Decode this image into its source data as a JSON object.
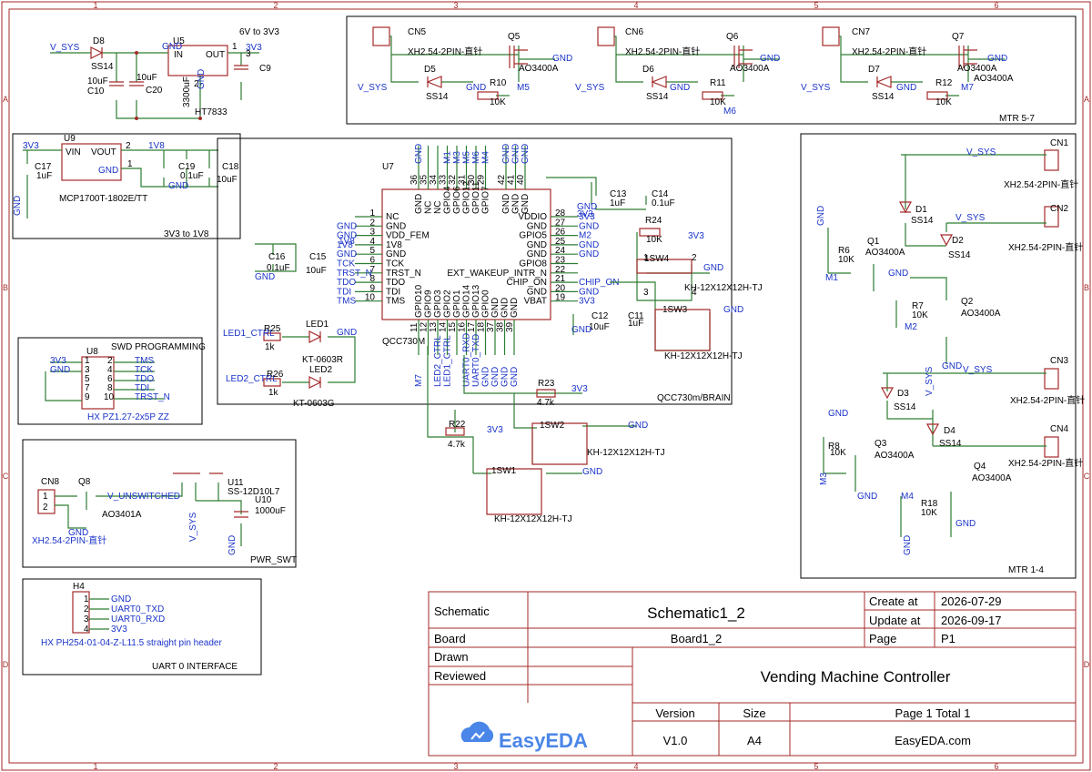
{
  "frame": {
    "col_markers": [
      "1",
      "2",
      "3",
      "4",
      "5",
      "6"
    ],
    "row_markers": [
      "A",
      "B",
      "C",
      "D"
    ]
  },
  "blocks": {
    "regulator_3v3": {
      "title": "6V to 3V3",
      "labels": [
        "V_SYS",
        "D8",
        "SS14",
        "U5",
        "IN",
        "OUT",
        "3V3",
        "C9",
        "10uF",
        "C10",
        "10uF",
        "C20",
        "3300uF",
        "GND",
        "HT7833",
        "GND",
        "1",
        "2",
        "3"
      ]
    },
    "regulator_1v8": {
      "title": "3V3 to 1V8",
      "labels": [
        "3V3",
        "U9",
        "VIN",
        "VOUT",
        "2",
        "1V8",
        "GND",
        "1",
        "C17",
        "1uF",
        "C19",
        "0.1uF",
        "C18",
        "10uF",
        "GND",
        "GND",
        "MCP1700T-1802E/TT"
      ]
    },
    "motors_5_7": {
      "title": "MTR 5-7",
      "labels": [
        "CN5",
        "XH2.54-2PIN-直针",
        "Q5",
        "AO3400A",
        "GND",
        "V_SYS",
        "D5",
        "SS14",
        "GND",
        "R10",
        "10K",
        "M5",
        "CN6",
        "XH2.54-2PIN-直针",
        "Q6",
        "AO3400A",
        "GND",
        "V_SYS",
        "D6",
        "SS14",
        "GND",
        "R11",
        "10K",
        "M6",
        "CN7",
        "XH2.54-2PIN-直针",
        "Q7",
        "AO3400A",
        "GND",
        "V_SYS",
        "D7",
        "SS14",
        "GND",
        "R12",
        "10K",
        "M7",
        "AO3400A"
      ]
    },
    "brain": {
      "title": "QCC730m/BRAIN",
      "chip_ref": "U7",
      "chip_value": "QCC730M",
      "left_pins": [
        {
          "num": "1",
          "name": "NC",
          "net": ""
        },
        {
          "num": "2",
          "name": "GND",
          "net": "GND"
        },
        {
          "num": "3",
          "name": "VDD_FEM",
          "net": "GND"
        },
        {
          "num": "4",
          "name": "1V8",
          "net": "1V8"
        },
        {
          "num": "5",
          "name": "GND",
          "net": "GND"
        },
        {
          "num": "6",
          "name": "TCK",
          "net": "TCK"
        },
        {
          "num": "7",
          "name": "TRST_N",
          "net": "TRST_N"
        },
        {
          "num": "8",
          "name": "TDO",
          "net": "TDO"
        },
        {
          "num": "9",
          "name": "TDI",
          "net": "TDI"
        },
        {
          "num": "10",
          "name": "TMS",
          "net": "TMS"
        }
      ],
      "right_pins": [
        {
          "num": "28",
          "name": "VDDIO",
          "net": "3V3"
        },
        {
          "num": "27",
          "name": "GND",
          "net": "GND"
        },
        {
          "num": "26",
          "name": "GPIO5",
          "net": "M2"
        },
        {
          "num": "25",
          "name": "GND",
          "net": "GND"
        },
        {
          "num": "24",
          "name": "GND",
          "net": "GND"
        },
        {
          "num": "23",
          "name": "GPIO8",
          "net": ""
        },
        {
          "num": "22",
          "name": "EXT_WAKEUP_INTR_N",
          "net": ""
        },
        {
          "num": "21",
          "name": "CHIP_ON",
          "net": "CHIP_ON"
        },
        {
          "num": "20",
          "name": "GND",
          "net": "GND"
        },
        {
          "num": "19",
          "name": "VBAT",
          "net": "3V3"
        }
      ],
      "top_pins": [
        {
          "num": "36",
          "name": "GND",
          "net": "GND"
        },
        {
          "num": "35",
          "name": "NC",
          "net": ""
        },
        {
          "num": "34",
          "name": "NC",
          "net": ""
        },
        {
          "num": "33",
          "name": "GPIO4",
          "net": "M1"
        },
        {
          "num": "32",
          "name": "GPIO6",
          "net": "M3"
        },
        {
          "num": "31",
          "name": "GPIO12",
          "net": "M5"
        },
        {
          "num": "30",
          "name": "GPIO11",
          "net": "M6"
        },
        {
          "num": "29",
          "name": "GPIO7",
          "net": "M4"
        },
        {
          "num": "42",
          "name": "GND",
          "net": "GND"
        },
        {
          "num": "41",
          "name": "GND",
          "net": "GND"
        },
        {
          "num": "40",
          "name": "GND",
          "net": "GND"
        }
      ],
      "bottom_pins": [
        {
          "num": "11",
          "name": "GPIO10",
          "net": "M7"
        },
        {
          "num": "12",
          "name": "GPIO9",
          "net": ""
        },
        {
          "num": "13",
          "name": "GPIO3",
          "net": "LED2_CTRL"
        },
        {
          "num": "14",
          "name": "GPIO2",
          "net": "LED1_CTRL"
        },
        {
          "num": "15",
          "name": "GPIO1",
          "net": ""
        },
        {
          "num": "16",
          "name": "GPIO14",
          "net": "UART0_RXD"
        },
        {
          "num": "17",
          "name": "GPIO13",
          "net": "UART0_TXD"
        },
        {
          "num": "18",
          "name": "GPIO0",
          "net": "GND"
        },
        {
          "num": "37",
          "name": "GND",
          "net": "GND"
        },
        {
          "num": "38",
          "name": "GND",
          "net": "GND"
        },
        {
          "num": "39",
          "name": "GND",
          "net": "GND"
        }
      ],
      "labels": [
        "C16",
        "0.1uF",
        "GND",
        "C15",
        "10uF",
        "1V8",
        "C13",
        "1uF",
        "C14",
        "0.1uF",
        "GND",
        "3V3",
        "C12",
        "10uF",
        "C11",
        "1uF",
        "GND",
        "R24",
        "10K",
        "3V3",
        "1SW4",
        "GND",
        "KH-12X12X12H-TJ",
        "1SW3",
        "GND",
        "KH-12X12X12H-TJ",
        "LED1_CTRL",
        "R25",
        "1k",
        "LED1",
        "KT-0603R",
        "GND",
        "LED2_CTRL",
        "R26",
        "1k",
        "LED2",
        "KT-0603G",
        "R23",
        "4.7k",
        "3V3",
        "R22",
        "4.7k",
        "3V3",
        "1SW2",
        "GND",
        "KH-12X12X12H-TJ",
        "1SW1",
        "GND",
        "KH-12X12X12H-TJ",
        "1",
        "2",
        "3",
        "4"
      ]
    },
    "swd": {
      "title": "SWD PROGRAMMING",
      "ref": "U8",
      "part": "HX PZ1.27-2x5P ZZ",
      "labels": [
        "3V3",
        "GND",
        "TMS",
        "TCK",
        "TDO",
        "TDI",
        "TRST_N",
        "1",
        "2",
        "3",
        "4",
        "5",
        "6",
        "7",
        "8",
        "9",
        "10"
      ]
    },
    "power_switch": {
      "title": "PWR_SWT",
      "labels": [
        "CN8",
        "Q8",
        "V_UNSWITCHED",
        "AO3401A",
        "XH2.54-2PIN-直针",
        "GND",
        "V_SYS",
        "U11",
        "SS-12D10L7",
        "U10",
        "1000uF",
        "GND",
        "1",
        "2"
      ]
    },
    "motors_1_4": {
      "title": "MTR 1-4",
      "labels": [
        "V_SYS",
        "CN1",
        "XH2.54-2PIN-直针",
        "GND",
        "D1",
        "SS14",
        "V_SYS",
        "CN2",
        "XH2.54-2PIN-直针",
        "R6",
        "10K",
        "Q1",
        "AO3400A",
        "D2",
        "SS14",
        "M1",
        "GND",
        "R7",
        "10K",
        "Q2",
        "AO3400A",
        "M2",
        "GND",
        "V_SYS",
        "CN3",
        "XH2.54-2PIN-直针",
        "D3",
        "SS14",
        "V_SYS",
        "GND",
        "R8",
        "10K",
        "Q3",
        "AO3400A",
        "D4",
        "SS14",
        "CN4",
        "XH2.54-2PIN-直针",
        "M3",
        "GND",
        "Q4",
        "AO3400A",
        "M4",
        "R18",
        "10K",
        "GND",
        "GND"
      ]
    },
    "uart": {
      "title": "UART 0 INTERFACE",
      "ref": "H4",
      "pins": [
        {
          "num": "1",
          "net": "GND"
        },
        {
          "num": "2",
          "net": "UART0_TXD"
        },
        {
          "num": "3",
          "net": "UART0_RXD"
        },
        {
          "num": "4",
          "net": "3V3"
        }
      ],
      "part": "HX PH254-01-04-Z-L11.5 straight pin header"
    }
  },
  "title_block": {
    "schematic_label": "Schematic",
    "schematic_value": "Schematic1_2",
    "create_label": "Create at",
    "create_value": "2026-07-29",
    "update_label": "Update at",
    "update_value": "2026-09-17",
    "board_label": "Board",
    "board_value": "Board1_2",
    "page_label": "Page",
    "page_value": "P1",
    "drawn_label": "Drawn",
    "reviewed_label": "Reviewed",
    "project_name": "Vending Machine Controller",
    "version_label": "Version",
    "size_label": "Size",
    "page_total": "Page  1  Total  1",
    "version_value": "V1.0",
    "size_value": "A4",
    "logo_text": "EasyEDA",
    "site": "EasyEDA.com"
  },
  "colors": {
    "frame": "#a52a2a",
    "wire": "#2e7d32",
    "net_label": "#1a33c8",
    "text": "#000000",
    "logo": "#4a86e8"
  }
}
